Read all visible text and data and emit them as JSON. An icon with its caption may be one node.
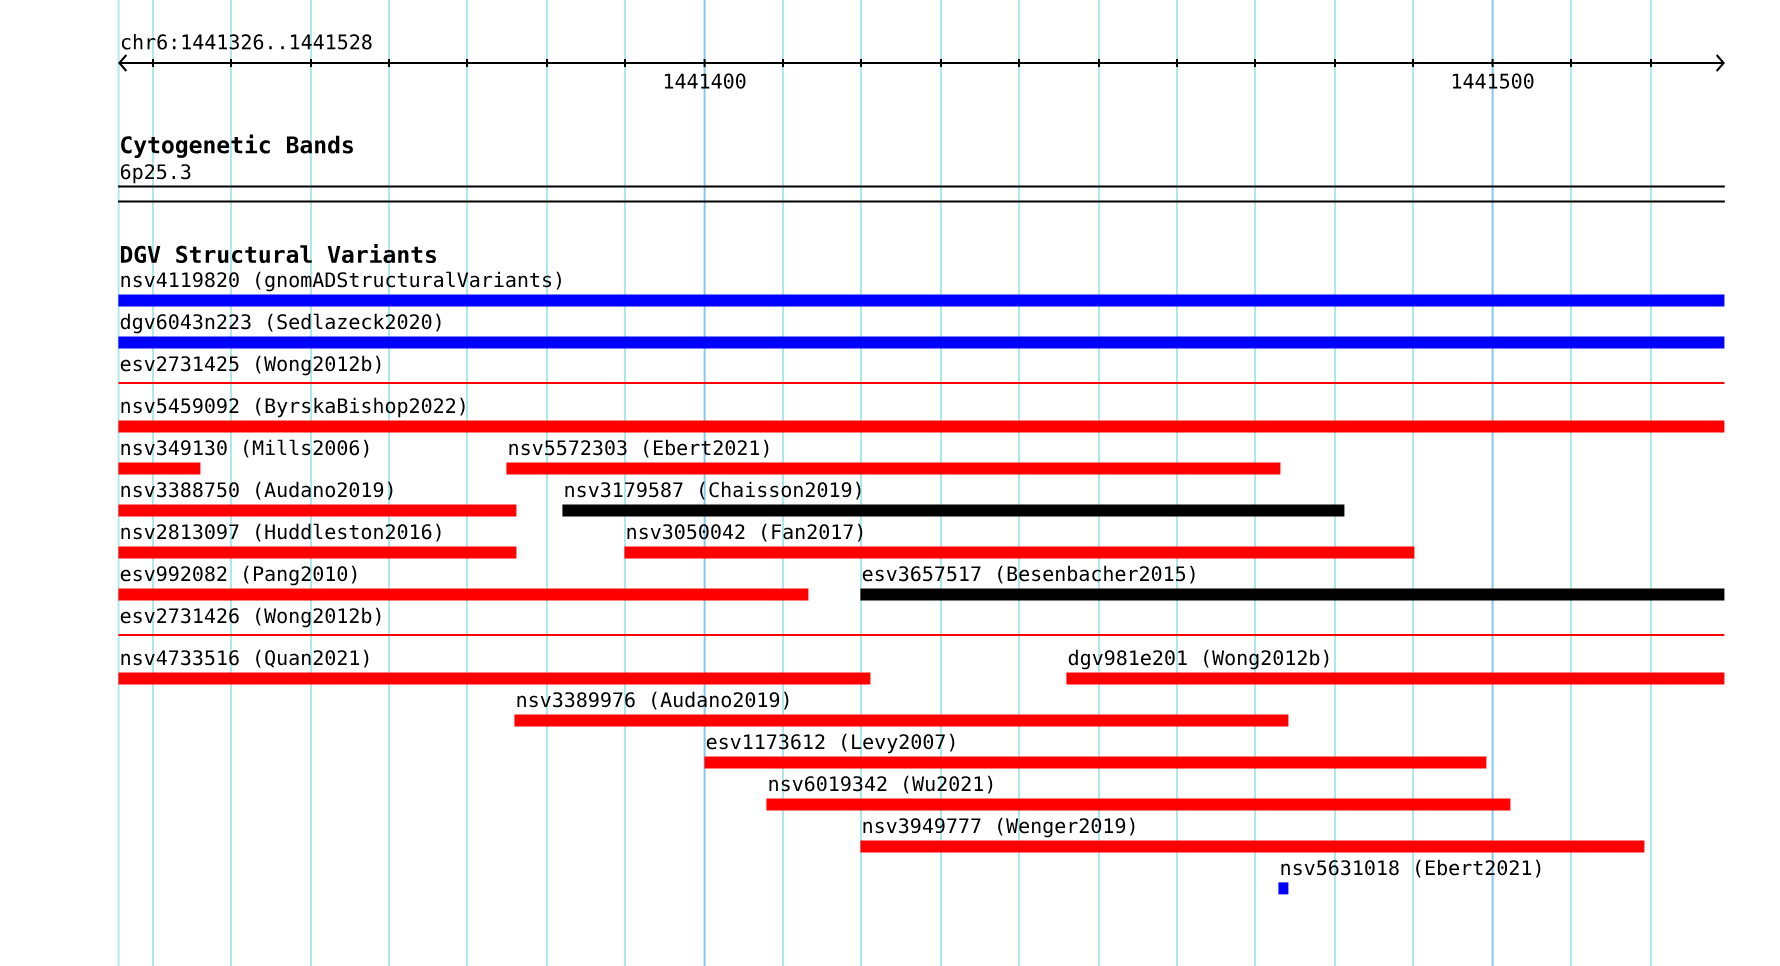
{
  "diagram": {
    "nodes": [
      {
        "text": [
          "6p25.3"
        ]
      },
      {
        "text": [
          "nsv4119820 (gnomADStructuralVariants)"
        ]
      },
      {
        "text": [
          "dgv6043n223 (Sedlazeck2020)"
        ]
      },
      {
        "text": [
          "esv2731425 (Wong2012b)"
        ]
      },
      {
        "text": [
          "nsv5459092 (ByrskaBishop2022)"
        ]
      },
      {
        "text": [
          "nsv349130 (Mills2006)"
        ]
      },
      {
        "text": [
          "nsv5572303 (Ebert2021)"
        ]
      },
      {
        "text": [
          "nsv3388750 (Audano2019)"
        ]
      },
      {
        "text": [
          "nsv3179587 (Chaisson2019)"
        ]
      },
      {
        "text": [
          "nsv2813097 (Huddleston2016)"
        ]
      },
      {
        "text": [
          "nsv3050042 (Fan2017)"
        ]
      },
      {
        "text": [
          "esv992082 (Pang2010)"
        ]
      },
      {
        "text": [
          "esv3657517 (Besenbacher2015)"
        ]
      },
      {
        "text": [
          "esv2731426 (Wong2012b)"
        ]
      },
      {
        "text": [
          "nsv4733516 (Quan2021)"
        ]
      },
      {
        "text": [
          "dgv981e201 (Wong2012b)"
        ]
      },
      {
        "text": [
          "nsv3389976 (Audano2019)"
        ]
      },
      {
        "text": [
          "esv1173612 (Levy2007)"
        ]
      },
      {
        "text": [
          "nsv6019342 (Wu2021)"
        ]
      },
      {
        "text": [
          "nsv3949777 (Wenger2019)"
        ]
      },
      {
        "text": [
          "nsv5631018 (Ebert2021)"
        ]
      }
    ],
    "labels": [
      "chr6:1441326..1441528",
      "1441400",
      "1441500",
      "Cytogenetic Bands",
      "DGV Structural Variants"
    ]
  }
}
